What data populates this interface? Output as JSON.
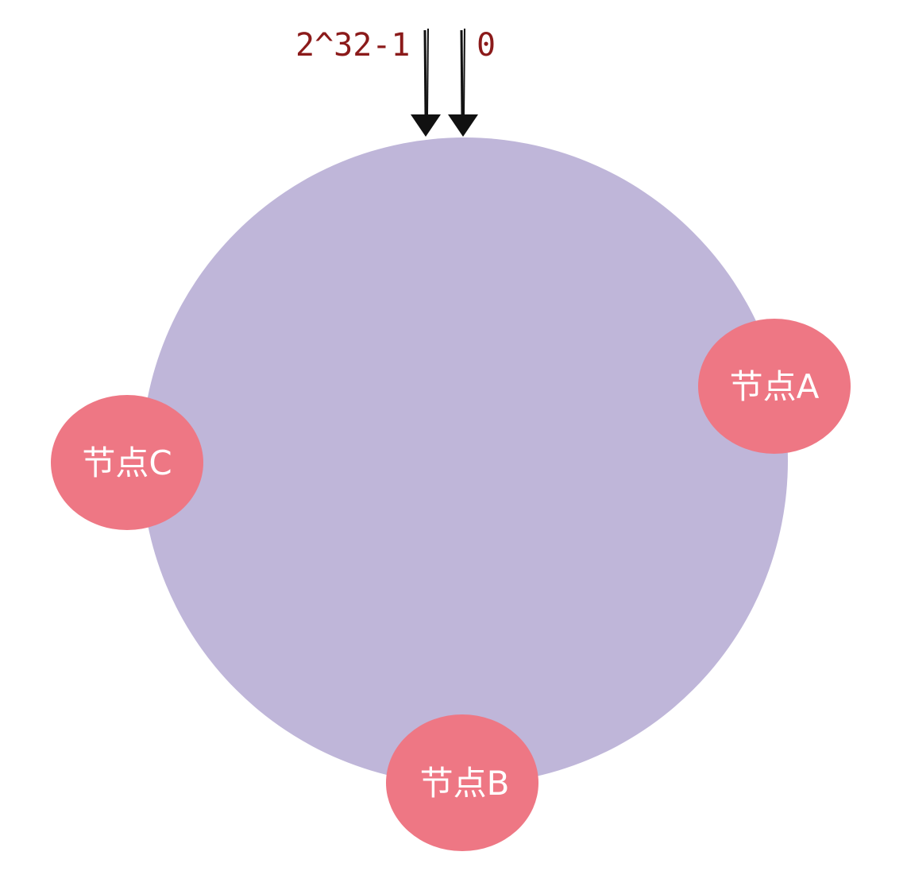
{
  "ring": {
    "fill": "#bfb6d9"
  },
  "markers": {
    "max_label": "2^32-1",
    "zero_label": "0",
    "color": "#8b1a1a"
  },
  "nodes": [
    {
      "label": "节点A",
      "fill": "#ee7784"
    },
    {
      "label": "节点B",
      "fill": "#ee7784"
    },
    {
      "label": "节点C",
      "fill": "#ee7784"
    }
  ]
}
